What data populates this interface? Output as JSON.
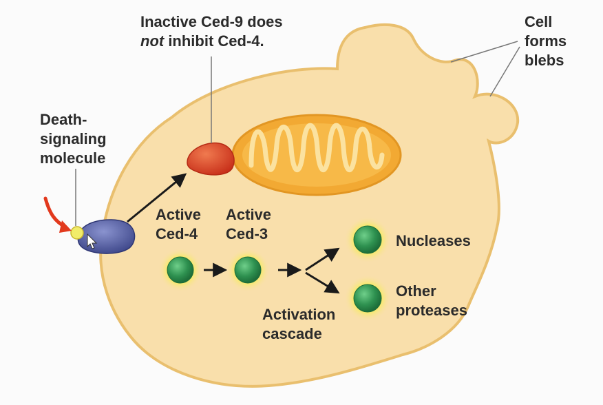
{
  "labels": {
    "inactive_ced9_line1": "Inactive Ced-9 does",
    "inactive_ced9_line2_italic": "not",
    "inactive_ced9_line2_rest": " inhibit Ced-4.",
    "cell_blebs": [
      "Cell",
      "forms",
      "blebs"
    ],
    "death_signal": [
      "Death-",
      "signaling",
      "molecule"
    ],
    "active_ced4": [
      "Active",
      "Ced-4"
    ],
    "active_ced3": [
      "Active",
      "Ced-3"
    ],
    "nucleases": "Nucleases",
    "other_proteases": [
      "Other",
      "proteases"
    ],
    "activation_cascade": [
      "Activation",
      "cascade"
    ]
  },
  "colors": {
    "cell_fill": "#f9dfab",
    "cell_outline": "#e9bf6e",
    "mito_fill": "#f2a933",
    "mito_inner": "#fbe2a0",
    "ced9_red": "#d83a1a",
    "receptor_blue": "#4a5497",
    "enzyme_green": "#2e8f4f",
    "glow_yellow": "#f4ec55",
    "signal_arrow": "#e2391d"
  }
}
